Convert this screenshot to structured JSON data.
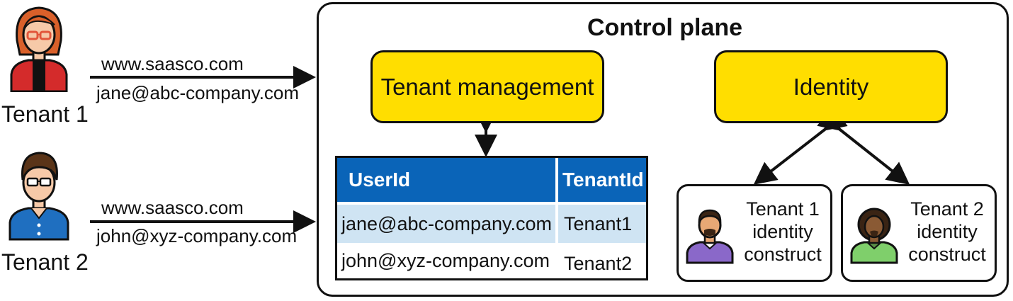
{
  "tenants": [
    {
      "label": "Tenant 1",
      "url": "www.saasco.com",
      "email": "jane@abc-company.com"
    },
    {
      "label": "Tenant 2",
      "url": "www.saasco.com",
      "email": "john@xyz-company.com"
    }
  ],
  "control_plane": {
    "title": "Control plane",
    "tenant_management": "Tenant management",
    "identity": "Identity",
    "table": {
      "headers": [
        "UserId",
        "TenantId"
      ],
      "rows": [
        [
          "jane@abc-company.com",
          "Tenant1"
        ],
        [
          "john@xyz-company.com",
          "Tenant2"
        ]
      ]
    },
    "identity_constructs": [
      {
        "line1": "Tenant 1",
        "line2": "identity",
        "line3": "construct"
      },
      {
        "line1": "Tenant 2",
        "line2": "identity",
        "line3": "construct"
      }
    ]
  },
  "colors": {
    "highlight_yellow": "#ffde00",
    "table_header_blue": "#0a64b8",
    "table_row_light_blue": "#cfe4f3",
    "tenant1_shirt_red": "#d42b2b",
    "tenant2_shirt_blue": "#1f6fc0",
    "construct1_shirt_purple": "#8a68c9",
    "construct2_shirt_green": "#7fcf6b"
  },
  "icons": [
    "woman-avatar-icon",
    "man-avatar-icon",
    "person-purple-icon",
    "person-green-icon"
  ]
}
